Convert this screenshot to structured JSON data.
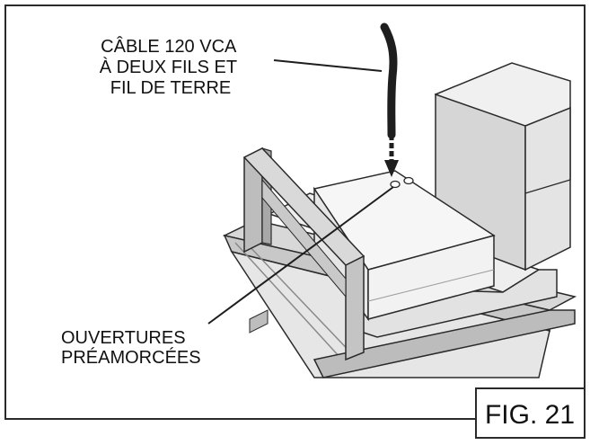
{
  "figure": {
    "label": "FIG. 21",
    "callouts": {
      "cable": {
        "lines": [
          "CÂBLE 120 VCA",
          "À DEUX FILS ET",
          "FIL DE TERRE"
        ]
      },
      "knockouts": {
        "lines": [
          "OUVERTURES",
          "PRÉAMORCÉES"
        ]
      }
    }
  },
  "colors": {
    "stroke": "#2a2a2a",
    "cable": "#1e1e1e",
    "light": "#f2f2f2",
    "mid": "#dcdcdc",
    "dark": "#bdbdbd",
    "frame": "#c8c8c8"
  }
}
